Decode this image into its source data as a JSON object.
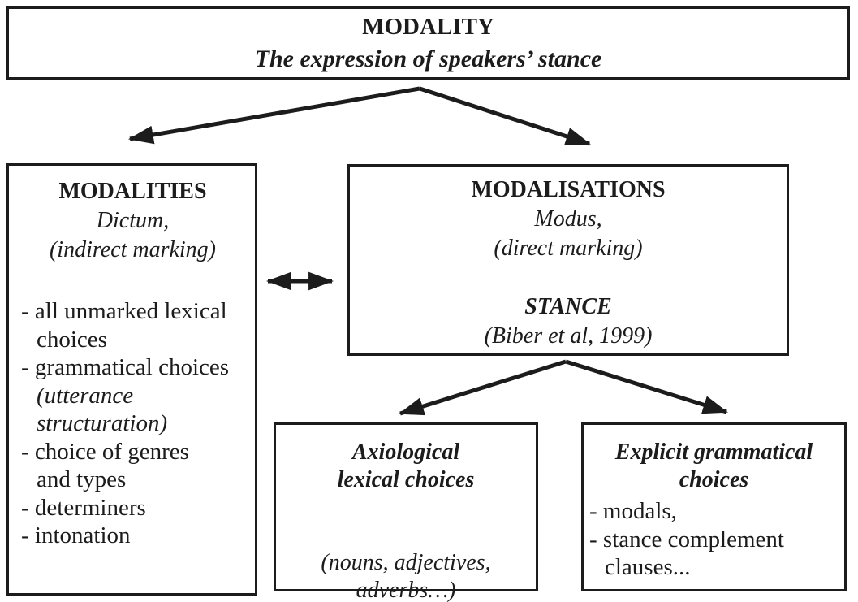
{
  "colors": {
    "ink": "#1c1c1c",
    "background": "#ffffff"
  },
  "diagram": {
    "top_box": {
      "title": "MODALITY",
      "subtitle": "The expression of speakers’ stance"
    },
    "modalities_box": {
      "title": "MODALITIES",
      "subtitle1": "Dictum,",
      "subtitle2": "(indirect marking)",
      "items": [
        {
          "lines": [
            "- all unmarked lexical",
            "choices"
          ]
        },
        {
          "lines": [
            "- grammatical choices",
            "(utterance",
            "structuration)"
          ]
        },
        {
          "lines": [
            "- choice of genres",
            "and types"
          ]
        },
        {
          "lines": [
            "- determiners"
          ]
        },
        {
          "lines": [
            "- intonation"
          ]
        }
      ]
    },
    "modalisations_box": {
      "title": "MODALISATIONS",
      "subtitle1": "Modus,",
      "subtitle2": "(direct marking)",
      "stance_title": "STANCE",
      "stance_ref": "(Biber et al, 1999)"
    },
    "axiological_box": {
      "title_line1": "Axiological",
      "title_line2": "lexical choices",
      "note_line1": "(nouns, adjectives,",
      "note_line2": "adverbs…)"
    },
    "explicit_box": {
      "title_line1": "Explicit grammatical",
      "title_line2": "choices",
      "items": [
        {
          "lines": [
            "- modals,"
          ]
        },
        {
          "lines": [
            "- stance complement",
            "clauses..."
          ]
        }
      ]
    }
  }
}
